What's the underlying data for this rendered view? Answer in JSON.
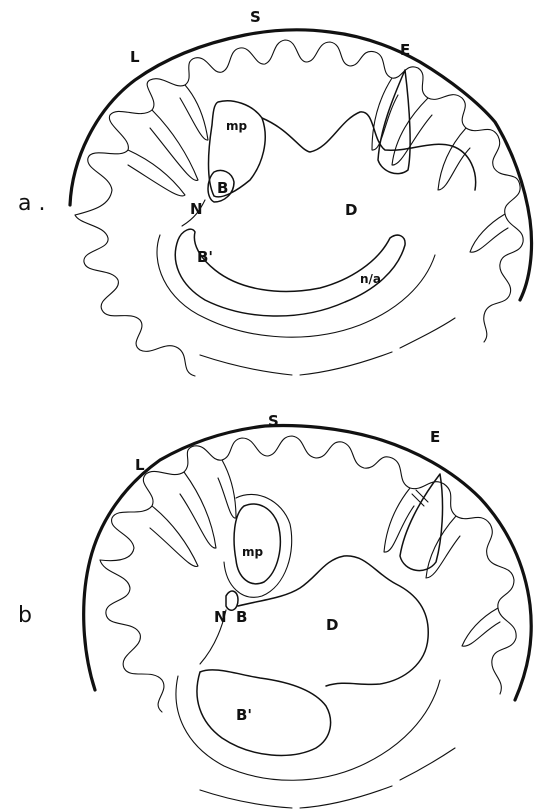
{
  "panels": [
    {
      "id": "a",
      "panel_label": "a .",
      "labels": {
        "L": "L",
        "S": "S",
        "E": "E",
        "mp": "mp",
        "B": "B",
        "N": "N",
        "D": "D",
        "B_prime": "B'",
        "nia": "n/a"
      }
    },
    {
      "id": "b",
      "panel_label": "b",
      "labels": {
        "L": "L",
        "S": "S",
        "E": "E",
        "mp": "mp",
        "B": "B",
        "N": "N",
        "D": "D",
        "B_prime": "B'"
      }
    }
  ],
  "colors": {
    "ink": "#111111",
    "background": "#ffffff"
  }
}
